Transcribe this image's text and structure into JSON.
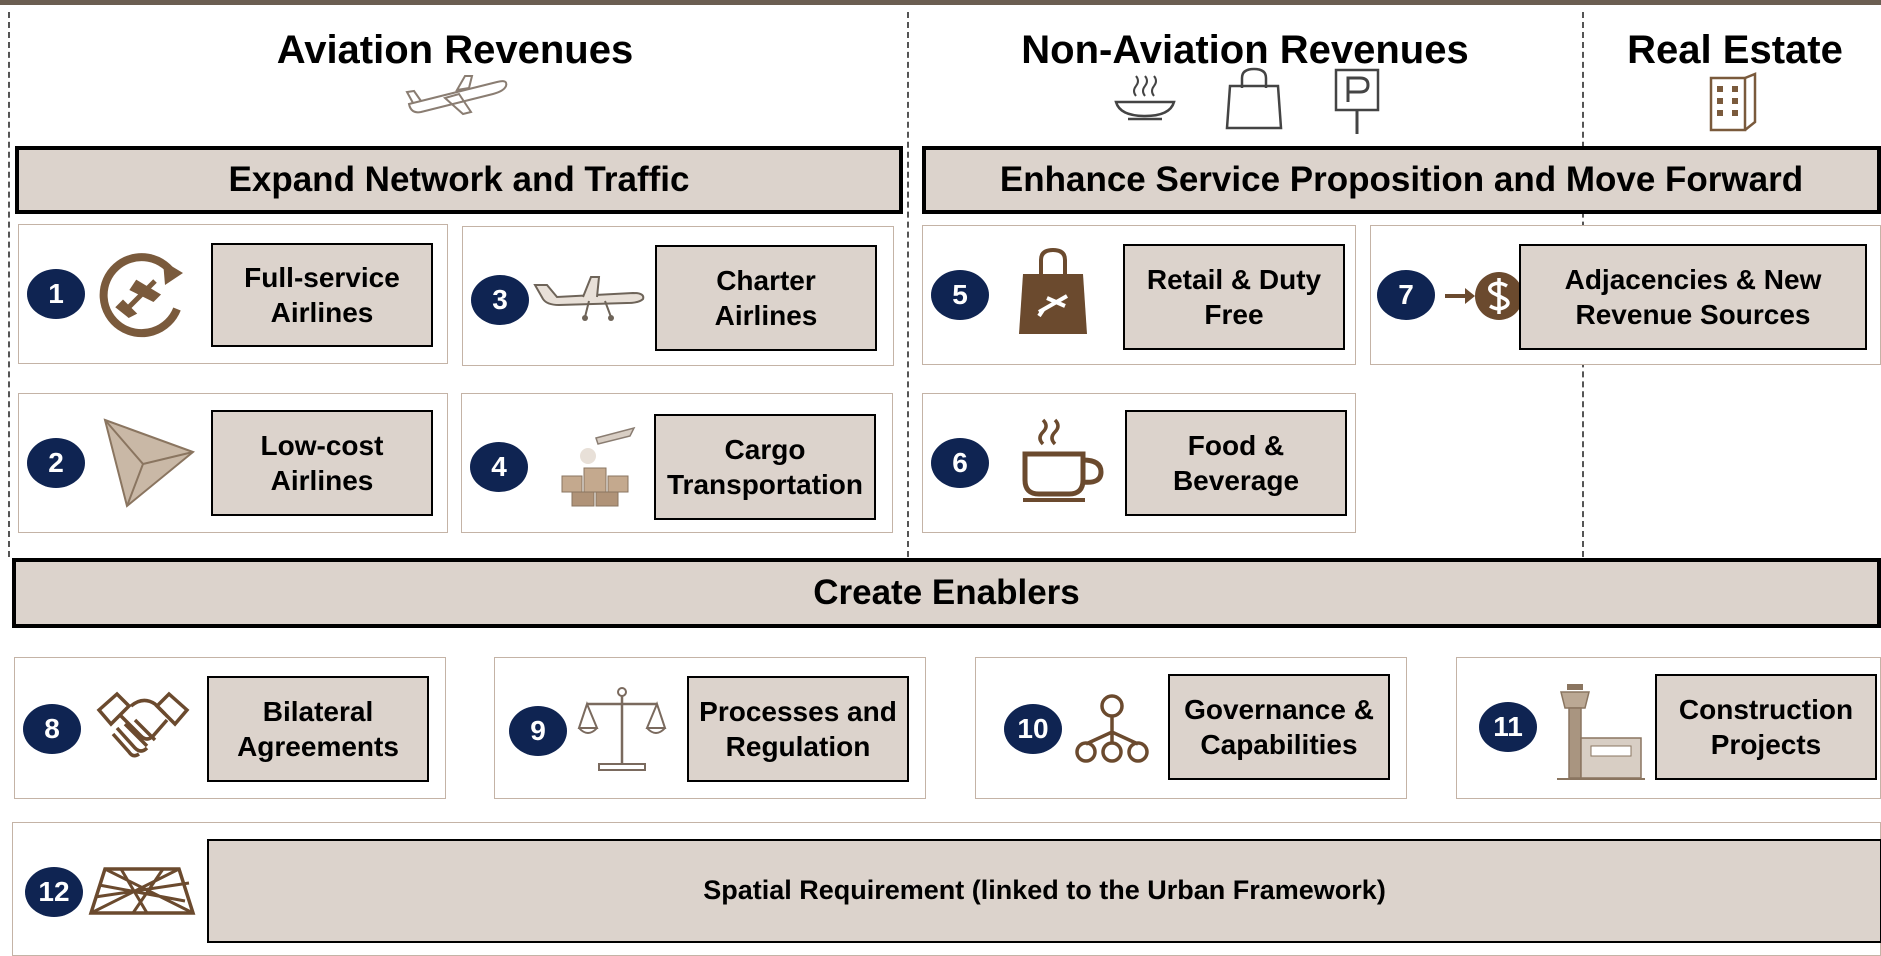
{
  "columns": {
    "aviation": "Aviation Revenues",
    "non_aviation": "Non-Aviation Revenues",
    "real_estate": "Real Estate"
  },
  "banners": {
    "expand": "Expand Network and Traffic",
    "enhance": "Enhance Service Proposition and Move Forward",
    "enablers": "Create Enablers"
  },
  "items": [
    {
      "num": "1",
      "label": "Full-service\nAirlines",
      "icon": "plane-circular-arrow-icon"
    },
    {
      "num": "2",
      "label": "Low-cost\nAirlines",
      "icon": "paper-plane-icon"
    },
    {
      "num": "3",
      "label": "Charter\nAirlines",
      "icon": "small-aircraft-icon"
    },
    {
      "num": "4",
      "label": "Cargo\nTransportation",
      "icon": "cargo-boxes-icon"
    },
    {
      "num": "5",
      "label": "Retail & Duty\nFree",
      "icon": "shopping-bag-plane-icon"
    },
    {
      "num": "6",
      "label": "Food &\nBeverage",
      "icon": "coffee-cup-icon"
    },
    {
      "num": "7",
      "label": "Adjacencies & New\nRevenue Sources",
      "icon": "arrow-dollar-icon"
    },
    {
      "num": "8",
      "label": "Bilateral\nAgreements",
      "icon": "handshake-icon"
    },
    {
      "num": "9",
      "label": "Processes and\nRegulation",
      "icon": "scales-icon"
    },
    {
      "num": "10",
      "label": "Governance &\nCapabilities",
      "icon": "org-hierarchy-icon"
    },
    {
      "num": "11",
      "label": "Construction\nProjects",
      "icon": "control-tower-icon"
    },
    {
      "num": "12",
      "label": "Spatial Requirement (linked to the Urban Framework)",
      "icon": "spatial-map-icon"
    }
  ],
  "colors": {
    "badge": "#0f2452",
    "label_fill": "#dcd3cc",
    "icon_brown": "#7a5a3c",
    "card_border": "#c4b3a6"
  }
}
